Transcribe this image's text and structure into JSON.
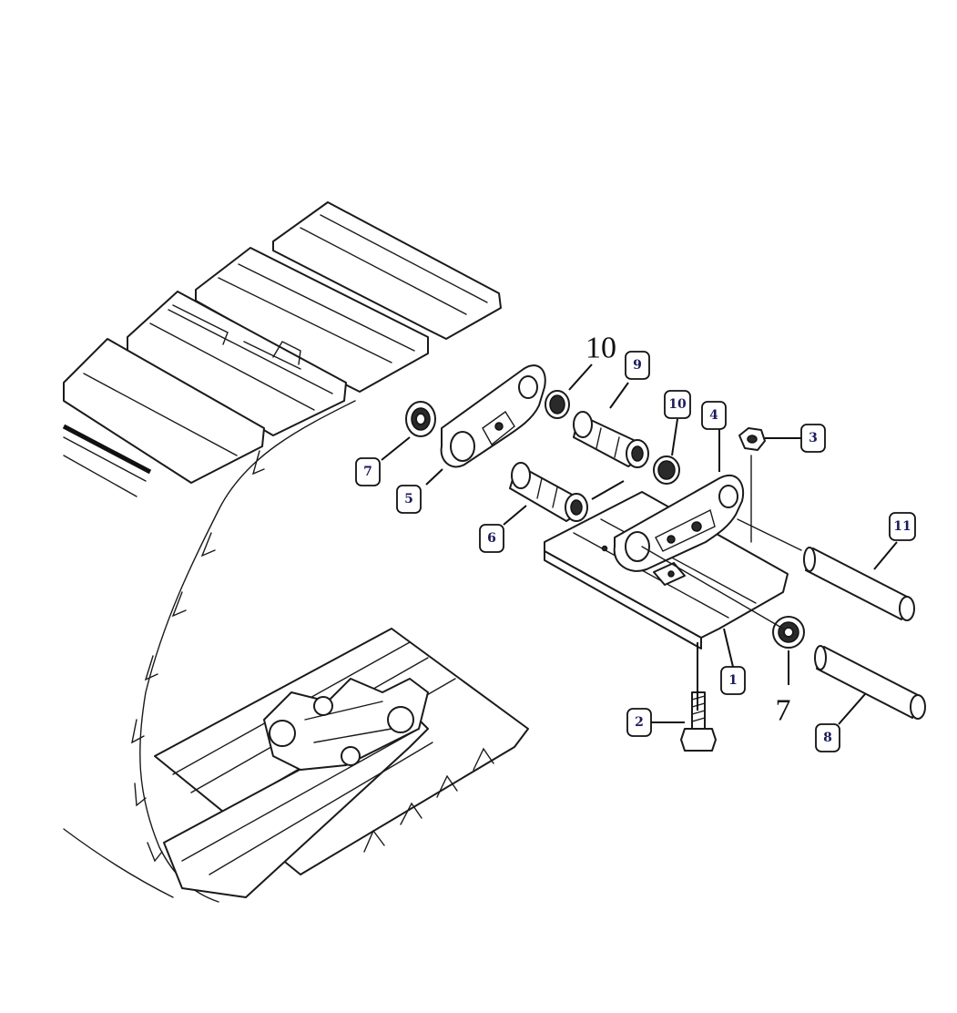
{
  "callouts": [
    {
      "id": "c1",
      "label": "1"
    },
    {
      "id": "c2",
      "label": "2"
    },
    {
      "id": "c3",
      "label": "3"
    },
    {
      "id": "c4",
      "label": "4"
    },
    {
      "id": "c5",
      "label": "5"
    },
    {
      "id": "c6",
      "label": "6"
    },
    {
      "id": "c7",
      "label": "7"
    },
    {
      "id": "c8",
      "label": "8"
    },
    {
      "id": "c9",
      "label": "9"
    },
    {
      "id": "c10",
      "label": "10"
    },
    {
      "id": "c11",
      "label": "11"
    }
  ],
  "plain_labels": [
    {
      "id": "p10",
      "label": "10"
    },
    {
      "id": "p7",
      "label": "7"
    }
  ]
}
